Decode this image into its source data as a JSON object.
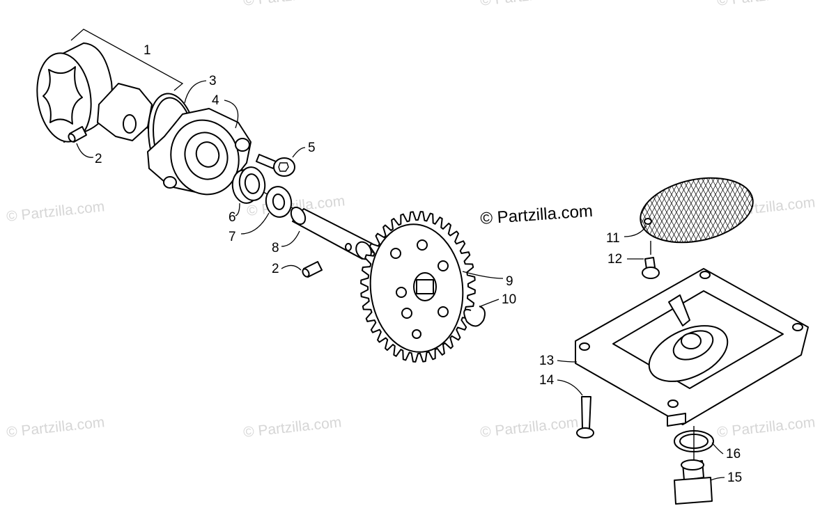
{
  "brand": "© Partzilla.com",
  "watermark": "© Partzilla.com",
  "callouts": [
    "1",
    "2",
    "3",
    "4",
    "5",
    "6",
    "7",
    "8",
    "2",
    "9",
    "10",
    "11",
    "12",
    "13",
    "14",
    "16",
    "15"
  ]
}
